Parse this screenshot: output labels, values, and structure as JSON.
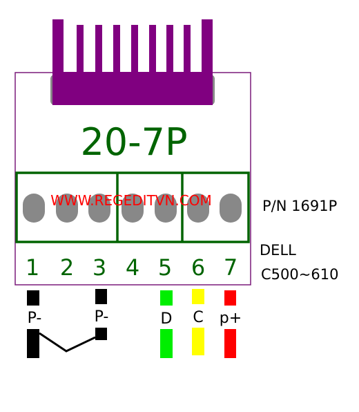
{
  "connector": {
    "label": "20-7P",
    "watermark": "WWW.REGEDITVN.COM",
    "pin_numbers": [
      "1",
      "2",
      "3",
      "4",
      "5",
      "6",
      "7"
    ]
  },
  "info": {
    "part_number": "P/N 1691P",
    "brand": "DELL",
    "model": "C500~610"
  },
  "wires": {
    "pin1_label": "P-",
    "pin3_label": "P-",
    "pin5_label": "D",
    "pin6_label": "C",
    "pin7_label": "p+"
  },
  "colors": {
    "housing": "#800080",
    "board_outline": "#7a1a7a",
    "silkscreen_green": "#006400",
    "watermark_red": "#ff0000",
    "pad_gray": "#888888",
    "wire_black": "#000000",
    "wire_green": "#00ee00",
    "wire_yellow": "#ffff00",
    "wire_red": "#ff0000"
  }
}
